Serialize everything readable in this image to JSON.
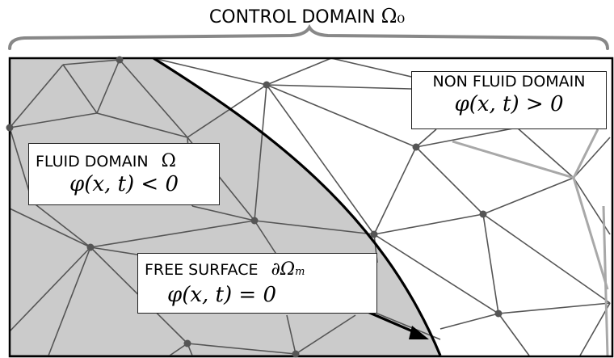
{
  "title": {
    "text": "CONTROL DOMAIN",
    "symbol": "Ω₀"
  },
  "non_fluid_box": {
    "heading": "NON FLUID DOMAIN",
    "equation": "φ(x, t) > 0"
  },
  "fluid_box": {
    "heading": "FLUID DOMAIN",
    "symbol": "Ω",
    "equation": "φ(x, t) < 0"
  },
  "free_surface_box": {
    "heading": "FREE SURFACE",
    "symbol": "∂Ω",
    "subscript": "m",
    "equation": "φ(x, t) = 0"
  },
  "colors": {
    "fluid_fill": "#cbcbcb",
    "mesh_line": "#555555",
    "node": "#555555",
    "boundary": "#000000",
    "brace": "#888888"
  }
}
